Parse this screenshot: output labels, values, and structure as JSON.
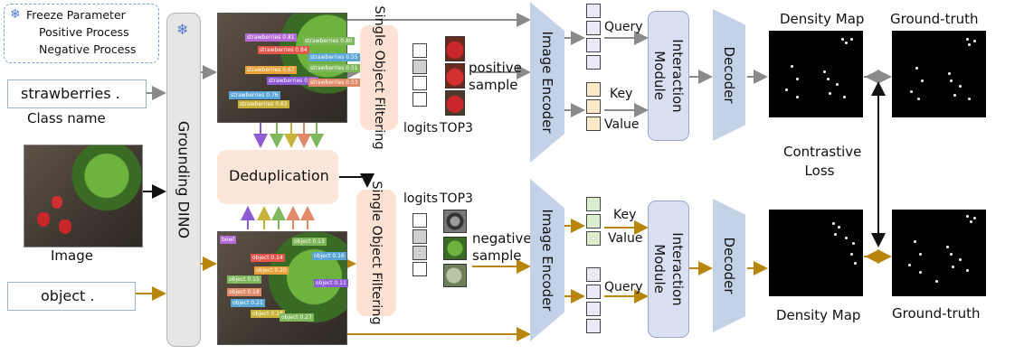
{
  "legend": {
    "freeze": "Freeze Parameter",
    "positive": "Positive Process",
    "negative": "Negative Process"
  },
  "colors": {
    "positive": "#8a8a8a",
    "negative": "#b8860b",
    "accent_blue": "#4a7bd0",
    "sof_fill": "#fde2d4"
  },
  "inputs": {
    "class_text": "strawberries .",
    "class_caption": "Class name",
    "image_caption": "Image",
    "object_text": "object ."
  },
  "dino_label": "Grounding DINO",
  "dedup_label": "Deduplication",
  "sof_label": "Single Object Filtering",
  "top": {
    "logits": "logits",
    "top3": "TOP3",
    "sample": "positive sample"
  },
  "bottom": {
    "logits": "logits",
    "top3": "TOP3",
    "sample": "negative sample"
  },
  "encoder_label": "Image Encoder",
  "interaction_label": "Interaction Module",
  "decoder_label": "Decoder",
  "tokens": {
    "query": "Query",
    "key": "Key",
    "value": "Value"
  },
  "maps": {
    "density": "Density Map",
    "ground_truth": "Ground-truth"
  },
  "loss_label": "Contrastive Loss",
  "detections_top": [
    "strawberries 0.81",
    "strawberries 0.80",
    "strawberries 0.84",
    "strawberries 0.55",
    "strawberries 0.67",
    "strawberries 0.51",
    "strawberries 0.62",
    "strawberries 0.53",
    "strawberries 0.76",
    "strawberries 0.63"
  ],
  "detections_bottom": [
    "bowl",
    "object 0.13",
    "object 0.14",
    "object 0.16",
    "object 0.20",
    "object 0.15",
    "object 0.11",
    "object 0.18",
    "object 0.21",
    "object 0.16",
    "object 0.27"
  ]
}
